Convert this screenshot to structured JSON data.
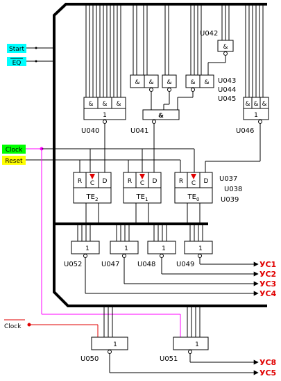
{
  "inputs": {
    "start": {
      "text": "Start",
      "bg": "#00ffff"
    },
    "eq": {
      "text": "EQ",
      "bg": "#00ffff"
    },
    "clock": {
      "text": "Clock",
      "bg": "#00ff00"
    },
    "reset": {
      "text": "Reset",
      "bg": "#ffff00"
    },
    "clock_n": {
      "text": "Clock",
      "color": "#e00000"
    }
  },
  "gates": {
    "and_sym": "&",
    "or_sym": "1",
    "u040": "U040",
    "u041": "U041",
    "u042": "U042",
    "u043": "U043",
    "u044": "U044",
    "u045": "U045",
    "u046": "U046",
    "u047": "U047",
    "u048": "U048",
    "u049": "U049",
    "u050": "U050",
    "u051": "U051",
    "u052": "U052",
    "u037": "U037",
    "u038": "U038",
    "u039": "U039"
  },
  "flipflops": {
    "r": "R",
    "c": "C",
    "d": "D",
    "te_base": "TE",
    "te2_sub": "2",
    "te1_sub": "1",
    "te0_sub": "0"
  },
  "outputs": {
    "yc1": "УС1",
    "yc2": "УС2",
    "yc3": "УС3",
    "yc4": "УС4",
    "yc5": "УС5",
    "yc8": "УС8",
    "color": "#e00000"
  }
}
